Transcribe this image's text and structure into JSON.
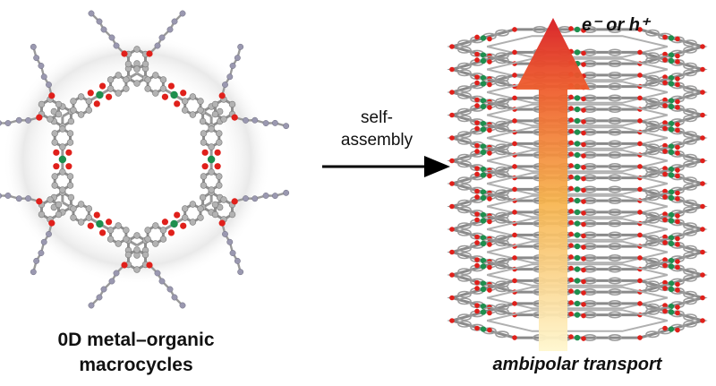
{
  "left_panel": {
    "caption_line1": "0D metal–organic",
    "caption_line2": "macrocycles"
  },
  "arrow": {
    "label_line1": "self-",
    "label_line2": "assembly"
  },
  "right_panel": {
    "carrier_label": "e⁻ or h⁺",
    "caption": "ambipolar transport"
  },
  "colors": {
    "carbon": "#b3b3b3",
    "oxygen": "#e0201b",
    "metal": "#1e8f4e",
    "alkyl": "#9a98b0",
    "arrow_top": "#d9262c",
    "arrow_bottom": "#fff2b3"
  }
}
